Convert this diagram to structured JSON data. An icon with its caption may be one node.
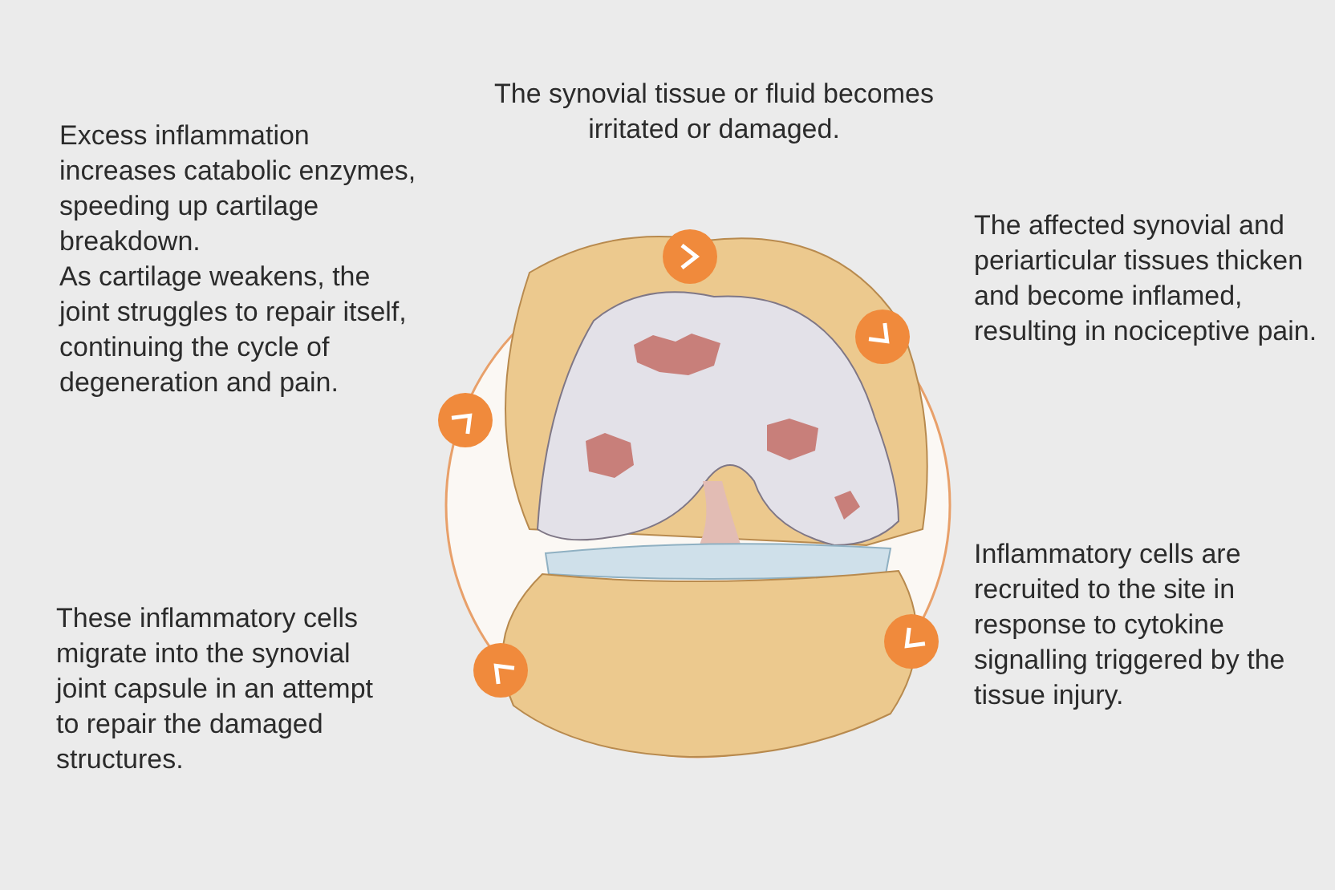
{
  "diagram": {
    "labels": [
      "The synovial tissue or fluid becomes irritated or damaged.",
      "Excess inflammation increases catabolic enzymes, speeding up cartilage breakdown.",
      "As cartilage weakens, the joint struggles to repair itself, continuing the cycle of degeneration and pain.",
      "The affected synovial and periarticular tissues thicken and become inflamed, resulting in nociceptive pain.",
      "Inflammatory cells are recruited to the site in response to cytokine signalling triggered by the tissue injury.",
      "These inflammatory cells migrate into the synovial joint capsule in an attempt to repair the damaged structures."
    ]
  }
}
